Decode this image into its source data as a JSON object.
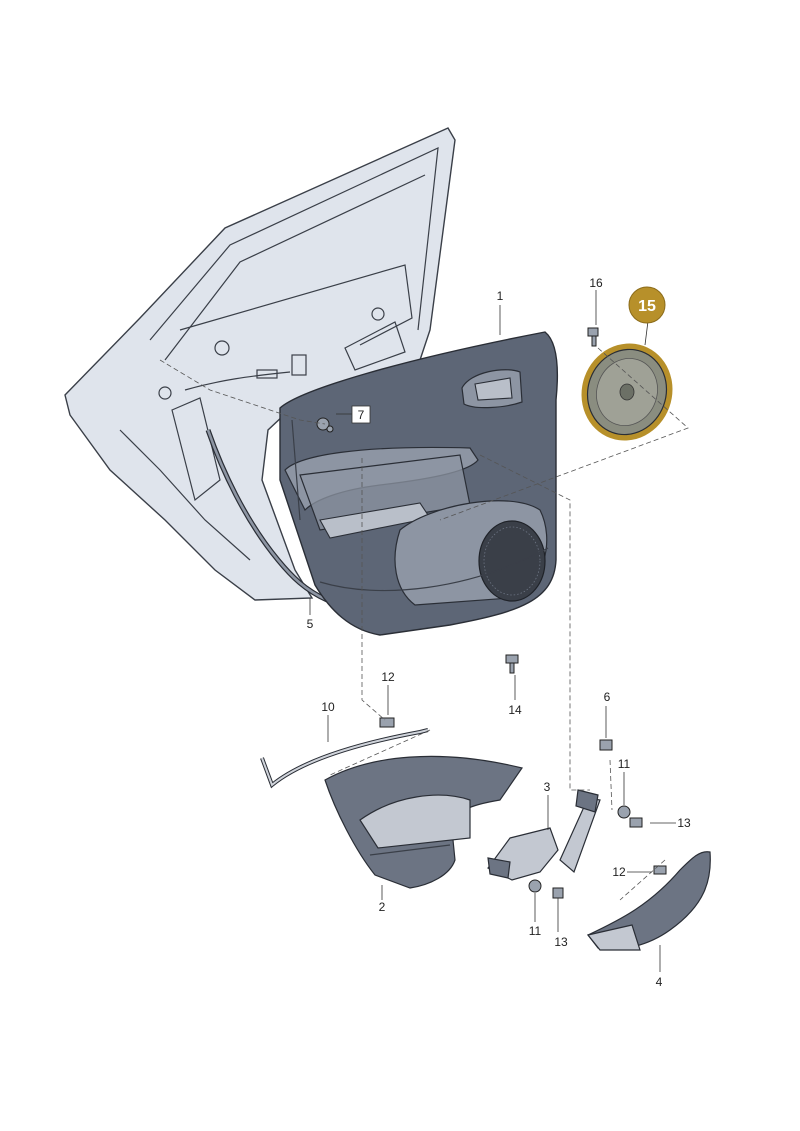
{
  "diagram": {
    "highlight_color": "#b7902a",
    "highlighted_part": "15",
    "callouts": [
      {
        "id": "1",
        "label": "1"
      },
      {
        "id": "2",
        "label": "2"
      },
      {
        "id": "3",
        "label": "3"
      },
      {
        "id": "4",
        "label": "4"
      },
      {
        "id": "5",
        "label": "5"
      },
      {
        "id": "6",
        "label": "6"
      },
      {
        "id": "7",
        "label": "7"
      },
      {
        "id": "10",
        "label": "10"
      },
      {
        "id": "11a",
        "label": "11"
      },
      {
        "id": "11b",
        "label": "11"
      },
      {
        "id": "12a",
        "label": "12"
      },
      {
        "id": "12b",
        "label": "12"
      },
      {
        "id": "13a",
        "label": "13"
      },
      {
        "id": "13b",
        "label": "13"
      },
      {
        "id": "14",
        "label": "14"
      },
      {
        "id": "15",
        "label": "15"
      },
      {
        "id": "16",
        "label": "16"
      }
    ]
  }
}
